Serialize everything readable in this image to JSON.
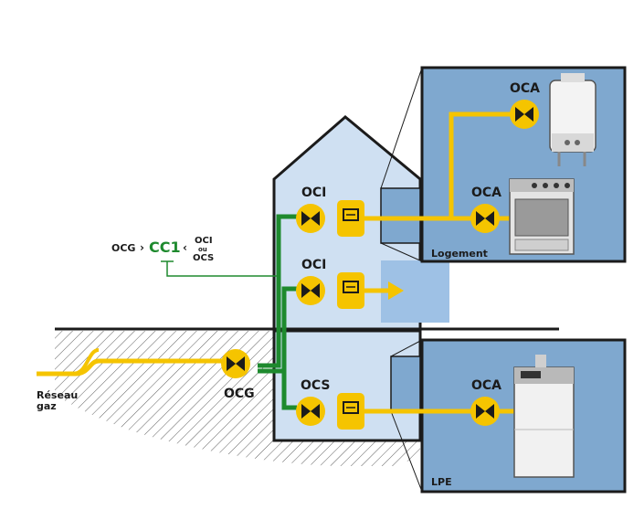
{
  "labels": {
    "network": [
      "Réseau",
      "gaz"
    ],
    "ocg": "OCG",
    "oci_top": "OCI",
    "oci_mid": "OCI",
    "ocs": "OCS",
    "oca_boiler": "OCA",
    "oca_stove": "OCA",
    "oca_lpe": "OCA",
    "logement": "Logement",
    "lpe": "LPE",
    "formula": {
      "left": "OCG",
      "gt": "›",
      "main": "CC1",
      "lt": "‹",
      "right_top": "OCI",
      "right_mid": "ou",
      "right_bottom": "OCS"
    }
  },
  "colors": {
    "gas_pipe": "#f5c400",
    "green_line": "#1e8a2e",
    "house_fill": "#cfe0f2",
    "panel_fill": "#7fa8cf",
    "dark": "#1b1b1b"
  },
  "icons": [
    "valve-icon",
    "gas-meter-icon",
    "boiler-icon",
    "stove-icon",
    "water-heater-icon",
    "arrow-icon"
  ]
}
